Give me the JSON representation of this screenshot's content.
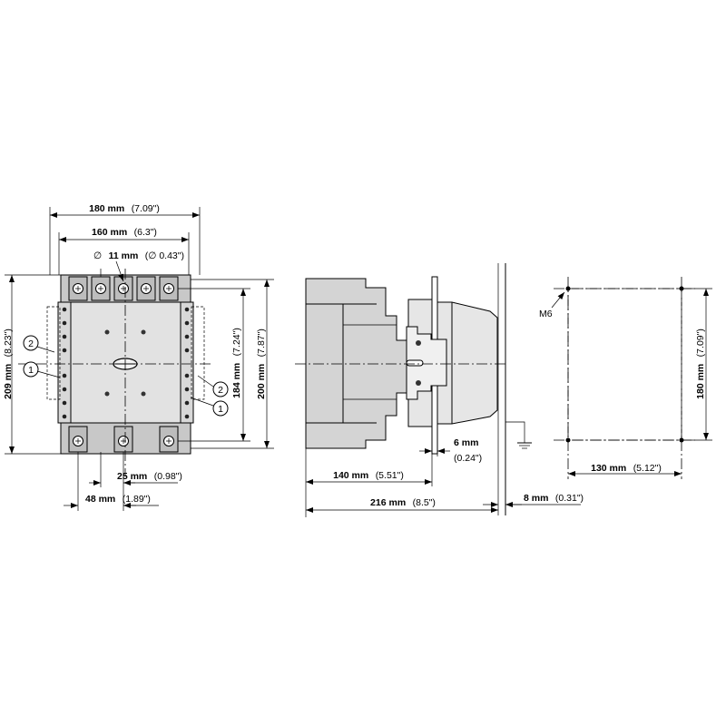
{
  "front_view": {
    "dim_width_outer": {
      "value": "180 mm",
      "inch": "(7.09\")"
    },
    "dim_width_inner": {
      "value": "160 mm",
      "inch": "(6.3\")"
    },
    "dim_hole": {
      "prefix": "∅",
      "value": "11 mm",
      "inch": "(∅ 0.43\")"
    },
    "dim_height_total": {
      "value": "209 mm",
      "inch": "(8.23\")"
    },
    "dim_height_mount": {
      "value": "184 mm",
      "inch": "(7.24\")"
    },
    "dim_height_body": {
      "value": "200 mm",
      "inch": "(7.87\")"
    },
    "dim_pitch_small": {
      "value": "25 mm",
      "inch": "(0.98\")"
    },
    "dim_pitch_large": {
      "value": "48 mm",
      "inch": "(1.89\")"
    },
    "callouts": [
      "2",
      "1",
      "2",
      "1"
    ]
  },
  "side_view": {
    "dim_depth_body": {
      "value": "140 mm",
      "inch": "(5.51\")"
    },
    "dim_depth_total": {
      "value": "216 mm",
      "inch": "(8.5\")"
    },
    "dim_plate": {
      "value": "6 mm",
      "inch": "(0.24\")"
    },
    "dim_clearance": {
      "value": "8 mm",
      "inch": "(0.31\")"
    }
  },
  "mounting_pattern": {
    "screw_label": "M6",
    "dim_width": {
      "value": "130 mm",
      "inch": "(5.12\")"
    },
    "dim_height": {
      "value": "180 mm",
      "inch": "(7.09\")"
    }
  }
}
